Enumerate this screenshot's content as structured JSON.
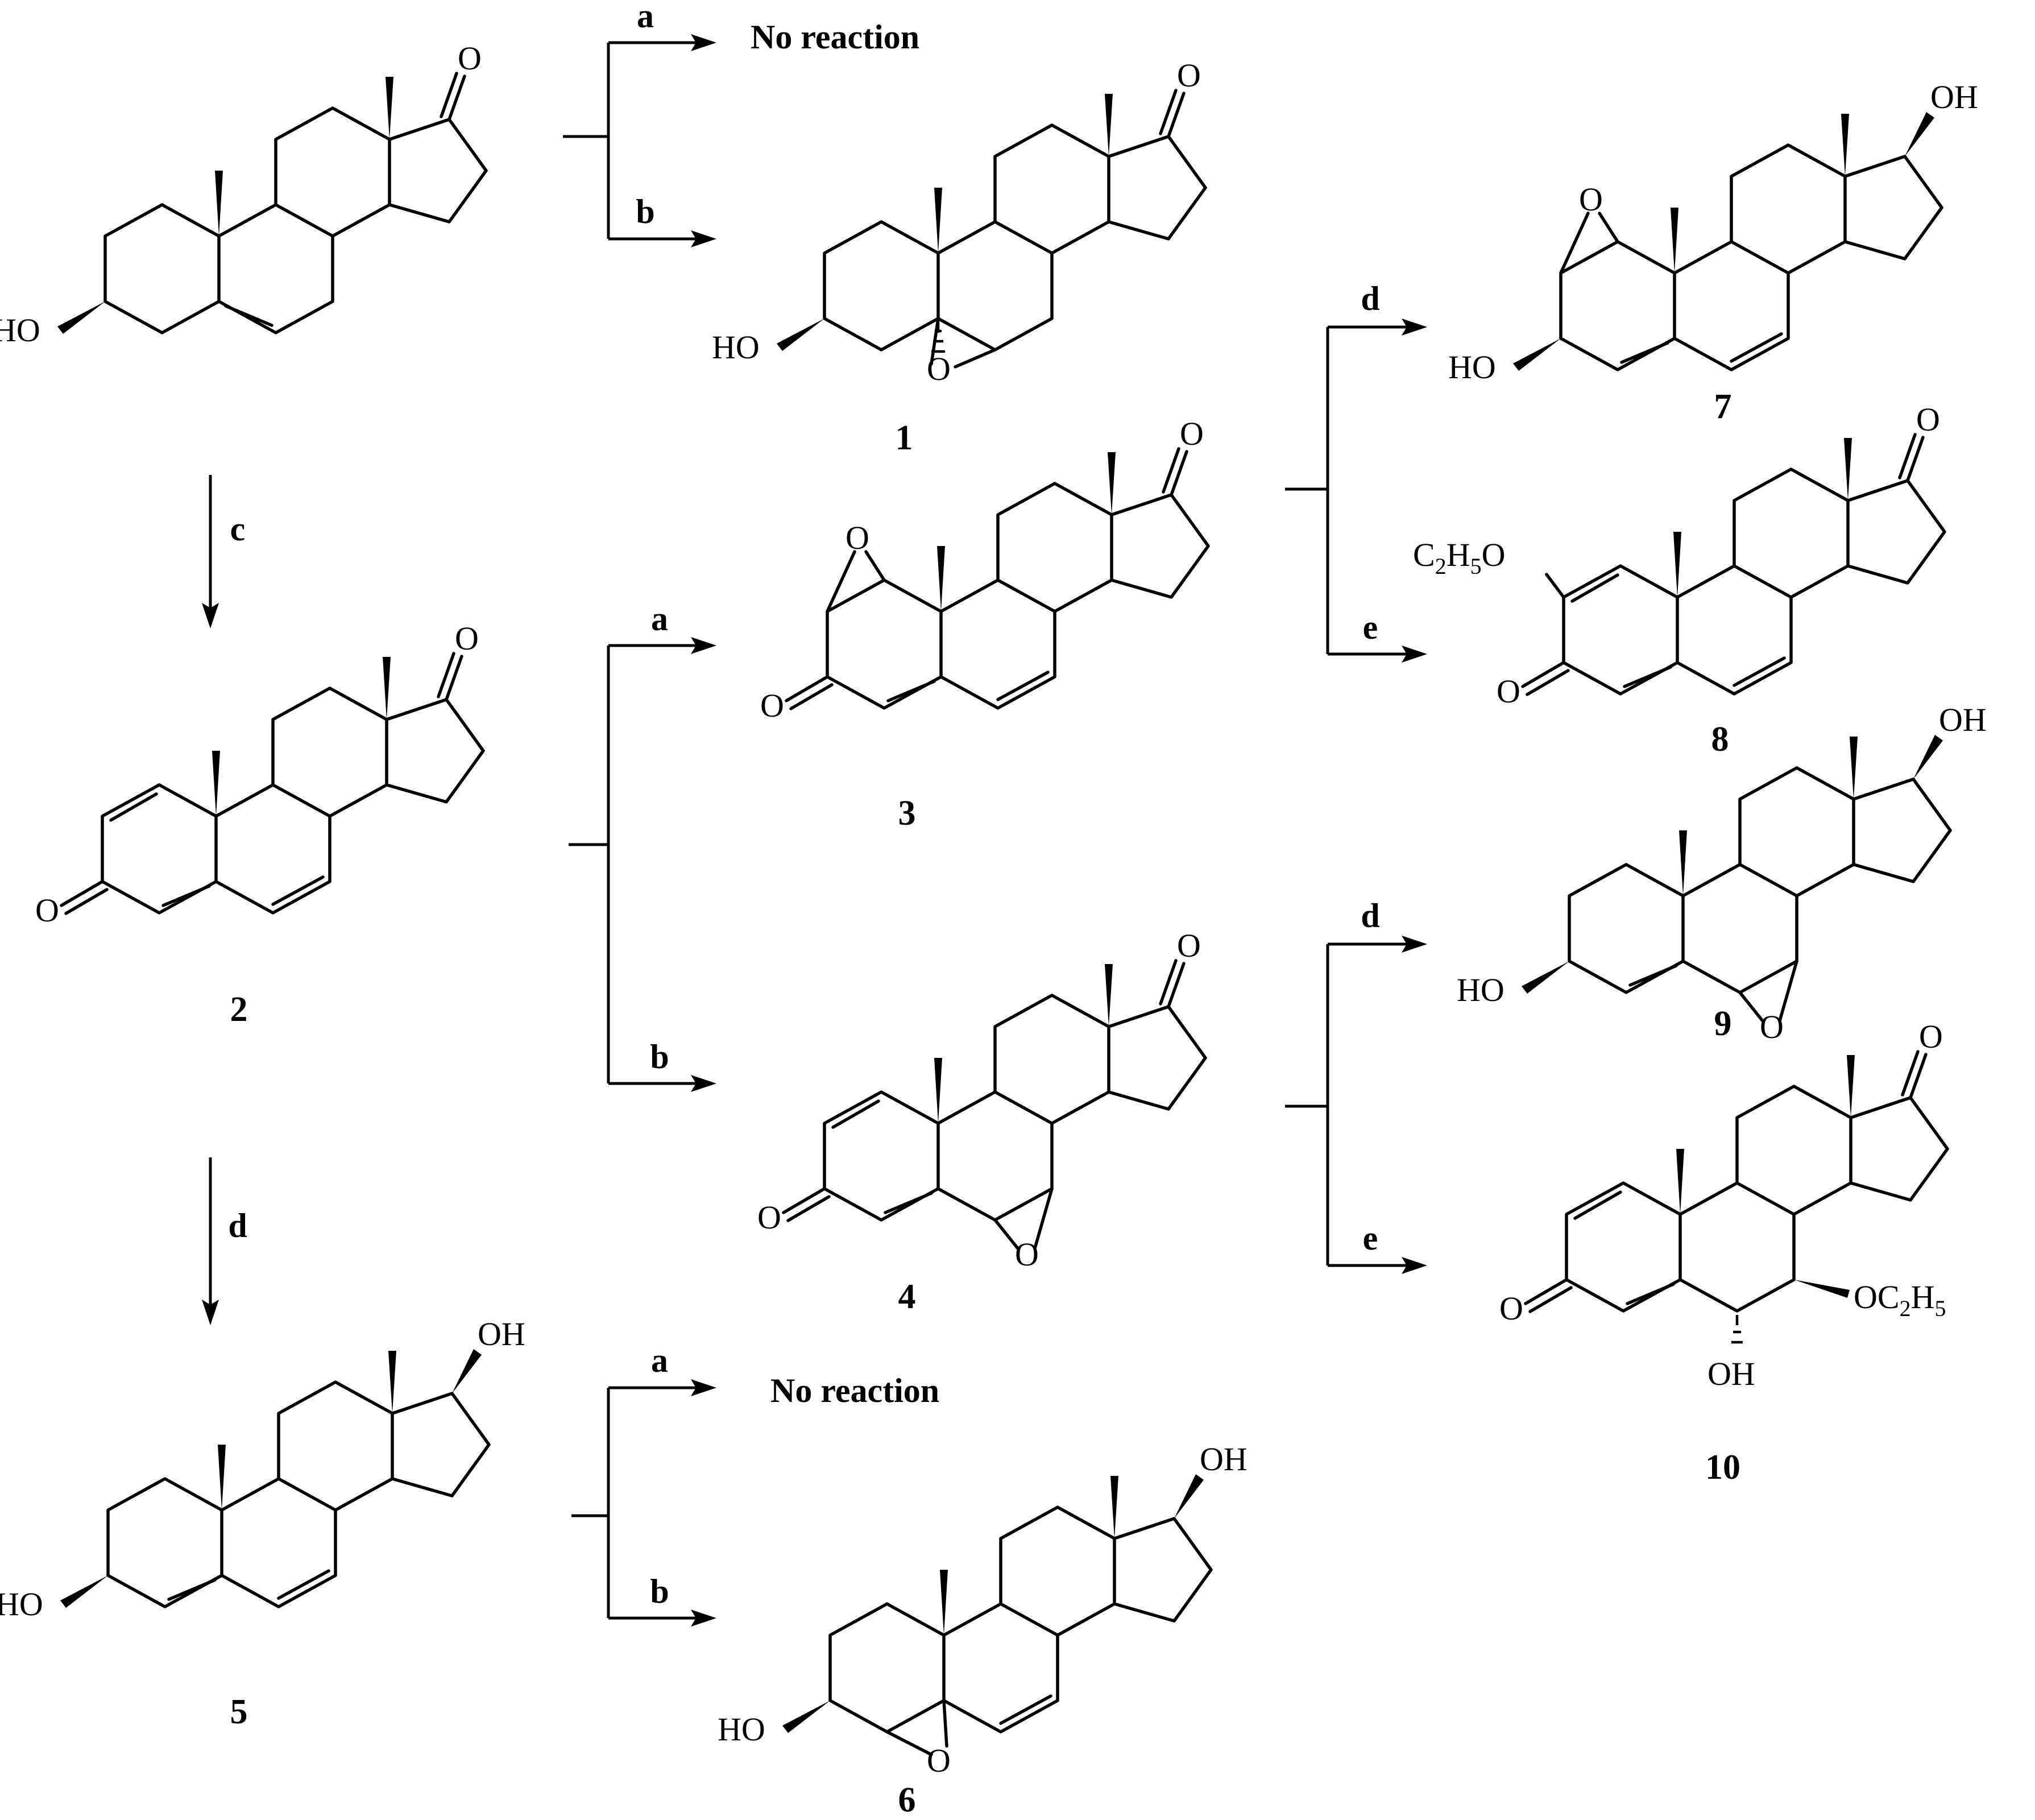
{
  "atom_labels": {
    "oxygen": "O",
    "hydroxyl_left": "HO",
    "hydroxyl_right": "OH",
    "ethoxy_left_c": "C",
    "ethoxy_left_h": "H",
    "ethoxy_left_o": "O",
    "ethoxy_right_oc": "OC",
    "ethoxy_right_h": "H",
    "sub_2": "2",
    "sub_5": "5"
  },
  "reaction_labels": {
    "a": "a",
    "b": "b",
    "c": "c",
    "d": "d",
    "e": "e"
  },
  "no_reaction_text": "No reaction",
  "compounds": [
    "1",
    "2",
    "3",
    "4",
    "5",
    "6",
    "7",
    "8",
    "9",
    "10"
  ]
}
